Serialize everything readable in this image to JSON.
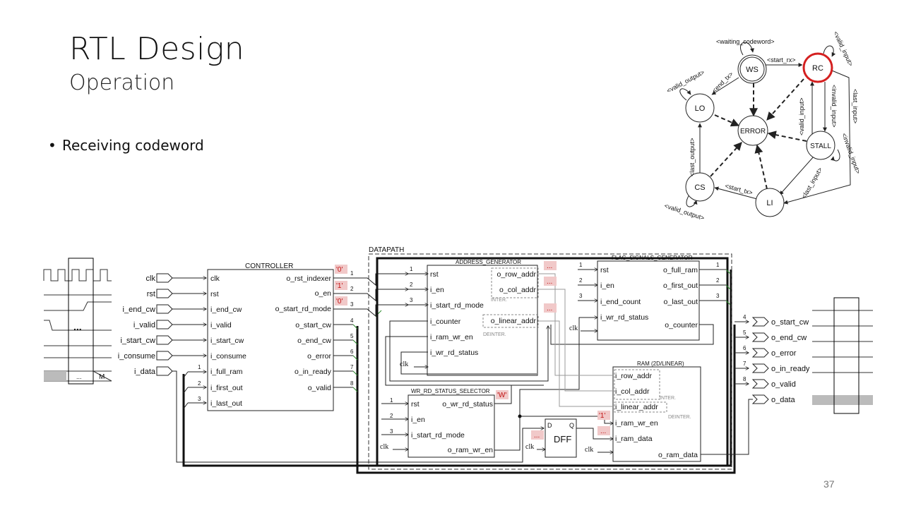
{
  "slide": {
    "title": "RTL Design",
    "subtitle": "Operation",
    "bullet": "Receiving codeword",
    "page_number": "37"
  },
  "fsm": {
    "states": [
      "WS",
      "RC",
      "LO",
      "ERROR",
      "STALL",
      "CS",
      "LI"
    ],
    "active_state": "RC",
    "labels": {
      "waiting": "<waiting_codeword>",
      "start_rx": "<start_rx>",
      "valid_input": "<valid_input>",
      "end_tx": "<end_tx>",
      "valid_output_lo": "<valid_output>",
      "invalid_input_1": "<invalid_input>",
      "last_input_1": "<last_input>",
      "valid_input_2": "<valid_input>",
      "invalid_input_2": "<invalid_input>",
      "last_output": "<last_output>",
      "last_input_2": "<last_input>",
      "start_tx": "<start_tx>",
      "valid_output_cs": "<valid_output>"
    },
    "colors": {
      "active": "#d42020",
      "line": "#222222"
    }
  },
  "inputs": [
    "clk",
    "rst",
    "i_end_cw",
    "i_valid",
    "i_start_cw",
    "i_consume",
    "i_data"
  ],
  "outputs": [
    "o_start_cw",
    "o_end_cw",
    "o_error",
    "o_in_ready",
    "o_valid",
    "o_data"
  ],
  "output_numbers": [
    "4",
    "5",
    "6",
    "7",
    "8"
  ],
  "waveform": {
    "dots": "...",
    "bus_dots": "...",
    "bus_m": "M"
  },
  "controller": {
    "title": "CONTROLLER",
    "inputs": [
      "clk",
      "rst",
      "i_end_cw",
      "i_valid",
      "i_start_cw",
      "i_consume",
      "i_full_ram",
      "i_first_out",
      "i_last_out"
    ],
    "outputs": [
      "o_rst_indexer",
      "o_en",
      "o_start_rd_mode",
      "o_start_cw",
      "o_end_cw",
      "o_error",
      "o_in_ready",
      "o_valid"
    ],
    "in_numbers": [
      "1",
      "2",
      "3"
    ],
    "out_numbers": [
      "1",
      "2",
      "3",
      "4",
      "5",
      "6",
      "7",
      "8"
    ],
    "values": [
      "'0'",
      "'1'",
      "'0'"
    ]
  },
  "datapath_label": "DATAPATH",
  "address_generator": {
    "title": "ADDRESS_GENERATOR",
    "ports_left": [
      "rst",
      "i_en",
      "i_start_rd_mode",
      "i_counter",
      "i_ram_wr_en",
      "i_wr_rd_status"
    ],
    "ports_right": [
      "o_row_addr",
      "o_col_addr",
      "o_linear_addr"
    ],
    "inter": "INTER.",
    "deinter": "DEINTER.",
    "clk": "clk",
    "numbers": [
      "1",
      "2",
      "3"
    ]
  },
  "flag_signals_generator": {
    "title": "FLAG_SIGNALS_GENERATOR",
    "ports_left": [
      "rst",
      "i_en",
      "i_end_count",
      "i_wr_rd_status"
    ],
    "ports_right": [
      "o_full_ram",
      "o_first_out",
      "o_last_out",
      "o_counter"
    ],
    "clk": "clk",
    "numbers": [
      "1",
      "2",
      "3"
    ]
  },
  "wr_rd_status_selector": {
    "title": "WR_RD_STATUS_SELECTOR",
    "ports_left": [
      "rst",
      "i_en",
      "i_start_rd_mode"
    ],
    "ports_right": [
      "o_wr_rd_status",
      "o_ram_wr_en"
    ],
    "value": "'W'",
    "clk": "clk",
    "numbers": [
      "1",
      "2",
      "3"
    ]
  },
  "ram": {
    "title": "RAM (2D/LINEAR)",
    "ports_left": [
      "i_row_addr",
      "i_col_addr",
      "i_linear_addr",
      "i_ram_wr_en",
      "i_ram_data"
    ],
    "port_right": "o_ram_data",
    "inter": "INTER.",
    "deinter": "DEINTER.",
    "clk": "clk",
    "value": "'1'"
  },
  "dff": {
    "label": "DFF",
    "d": "D",
    "q": "Q",
    "clk": "clk"
  },
  "dots_value": "..."
}
